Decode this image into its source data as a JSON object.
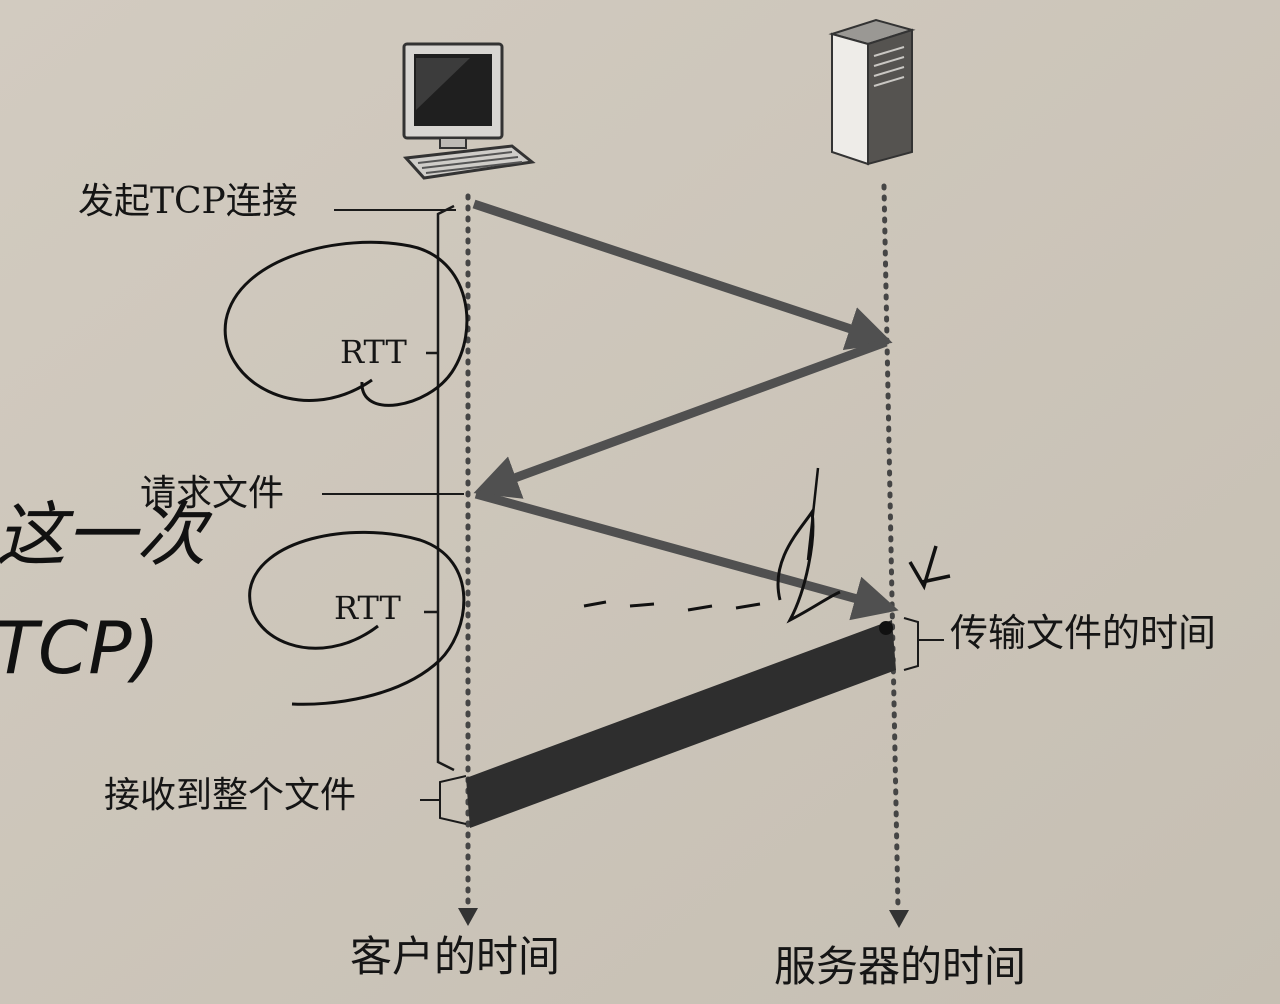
{
  "labels": {
    "initiate_tcp": "发起TCP连接",
    "rtt_1": "RTT",
    "request_file": "请求文件",
    "rtt_2": "RTT",
    "receive_file": "接收到整个文件",
    "transfer_time": "传输文件的时间",
    "client_time": "客户的时间",
    "server_time": "服务器的时间"
  },
  "handwriting": {
    "line_1": "这一次",
    "line_2": "TCP)"
  },
  "colors": {
    "background": "#cfc8bd",
    "arrow": "#505050",
    "ink": "#151515",
    "transfer_band": "#2e2e2e"
  }
}
